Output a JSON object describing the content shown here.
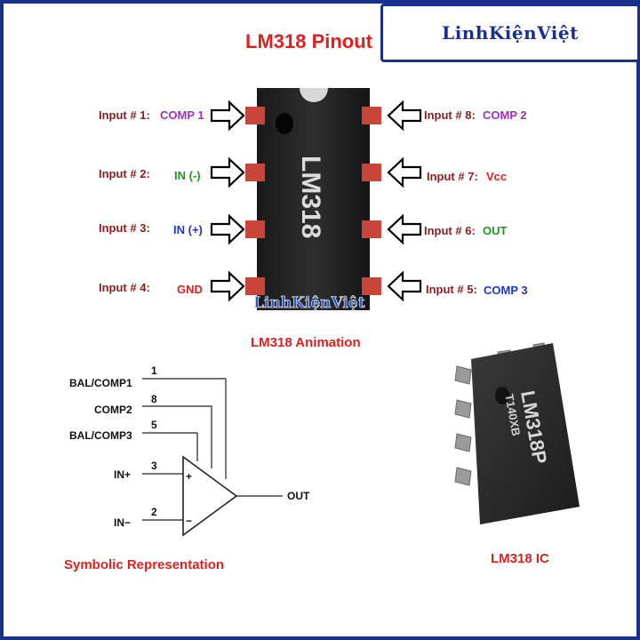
{
  "logo": {
    "text": "LinhKiệnViệt",
    "watermark": "LinhKiệnViệt"
  },
  "title": "LM318 Pinout",
  "chip_label": "LM318",
  "animation_caption": "LM318 Animation",
  "pins": [
    {
      "prefix": "Input # 1:",
      "name": "COMP 1",
      "color": "#a030c0"
    },
    {
      "prefix": "Input # 2:",
      "name": "IN (-)",
      "color": "#1a9a1a"
    },
    {
      "prefix": "Input # 3:",
      "name": "IN (+)",
      "color": "#2236c0"
    },
    {
      "prefix": "Input # 4:",
      "name": "GND",
      "color": "#e02020"
    },
    {
      "prefix": "Input # 5:",
      "name": "COMP 3",
      "color": "#2236c0"
    },
    {
      "prefix": "Input # 6:",
      "name": "OUT",
      "color": "#1a9a1a"
    },
    {
      "prefix": "Input # 7:",
      "name": "Vcc",
      "color": "#e02020"
    },
    {
      "prefix": "Input # 8:",
      "name": "COMP 2",
      "color": "#a030c0"
    }
  ],
  "symbol": {
    "inputs": [
      {
        "label": "BAL/COMP1",
        "pin": "1"
      },
      {
        "label": "COMP2",
        "pin": "8"
      },
      {
        "label": "BAL/COMP3",
        "pin": "5"
      },
      {
        "label": "IN+",
        "pin": "3"
      },
      {
        "label": "IN−",
        "pin": "2"
      }
    ],
    "plus": "+",
    "minus": "−",
    "output": "OUT",
    "caption": "Symbolic Representation"
  },
  "ic_photo": {
    "line1": "LM318P",
    "line2": "T140XB",
    "caption": "LM318 IC"
  }
}
